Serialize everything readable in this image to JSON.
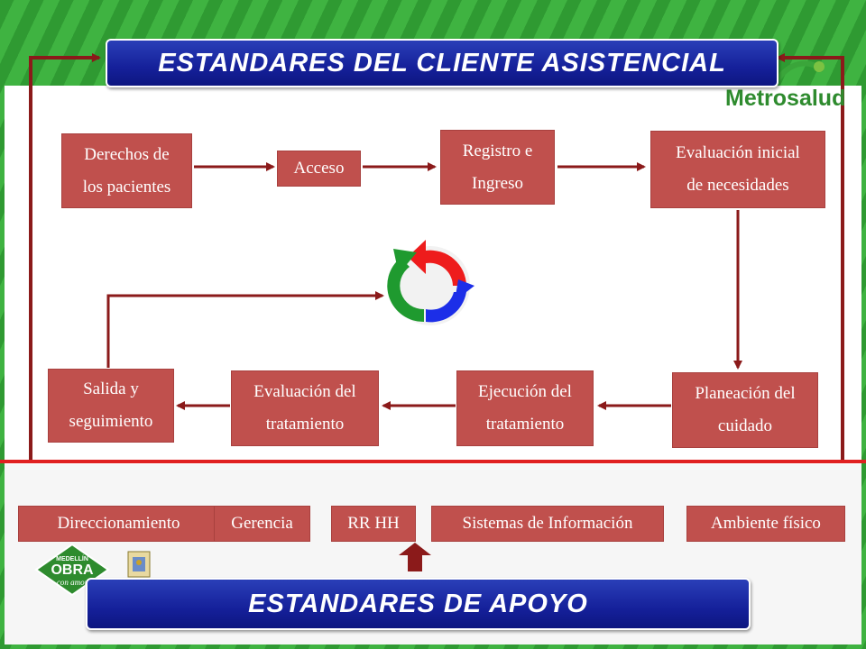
{
  "header": {
    "title": "ESTANDARES DEL CLIENTE ASISTENCIAL"
  },
  "logo": {
    "text": "Metrosalud"
  },
  "flow": {
    "derechos": "Derechos de\nlos pacientes",
    "acceso": "Acceso",
    "registro": "Registro e\nIngreso",
    "evaluacion_inicial": "Evaluación inicial\nde necesidades",
    "planeacion": "Planeación del\ncuidado",
    "ejecucion": "Ejecución del\ntratamiento",
    "evaluacion_tratamiento": "Evaluación del\ntratamiento",
    "salida": "Salida y\nseguimiento"
  },
  "support": {
    "items": [
      "Direccionamiento",
      "Gerencia",
      "RR HH",
      "Sistemas de Información",
      "Ambiente físico"
    ],
    "title": "ESTANDARES DE APOYO"
  },
  "badge": {
    "line1": "MEDELLÍN",
    "line2": "OBRA",
    "line3": "con amor"
  },
  "colors": {
    "box": "#c0504d",
    "arrow": "#8b1a1a",
    "title_bar": "#15209a",
    "divider": "#e02020"
  }
}
